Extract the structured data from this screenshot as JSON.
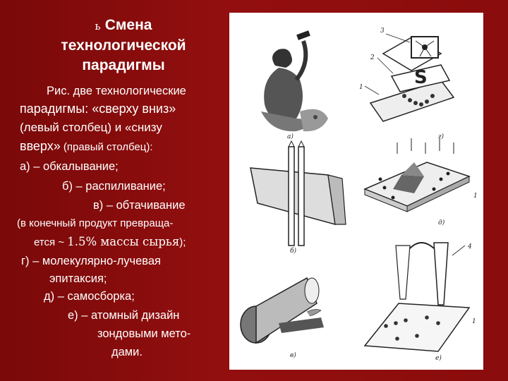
{
  "title": {
    "bullet": "ь",
    "line1": "Смена",
    "line2": "технологической",
    "line3": "парадигмы"
  },
  "body": {
    "l1": "Рис.  две технологические",
    "l2": "парадигмы:  «сверху вниз»",
    "l3": "(левый  столбец)  и  «снизу",
    "l4a": "вверх»",
    "l4b": " (правый столбец):",
    "l5": "а) – обкалывание;",
    "l6": "б) – распиливание;",
    "l7": "в) – обтачивание",
    "l8": "(в конечный продукт превраща-",
    "l9a": "ется ~ ",
    "l9b": "1.5%",
    "l9c": " массы сырья",
    "l9d": ");",
    "l10": "г) – молекулярно-лучевая",
    "l11": "эпитаксия;",
    "l12": "д) – самосборка;",
    "l13": "е) – атомный  дизайн",
    "l14": "зондовыми мето-",
    "l15": "дами."
  },
  "figure": {
    "labels": {
      "a": "а)",
      "b": "б)",
      "v": "в)",
      "g": "г)",
      "d": "д)",
      "e": "е)",
      "n1": "1",
      "n2": "2",
      "n3": "3",
      "n1b": "1",
      "n4": "4",
      "n1c": "1"
    }
  }
}
